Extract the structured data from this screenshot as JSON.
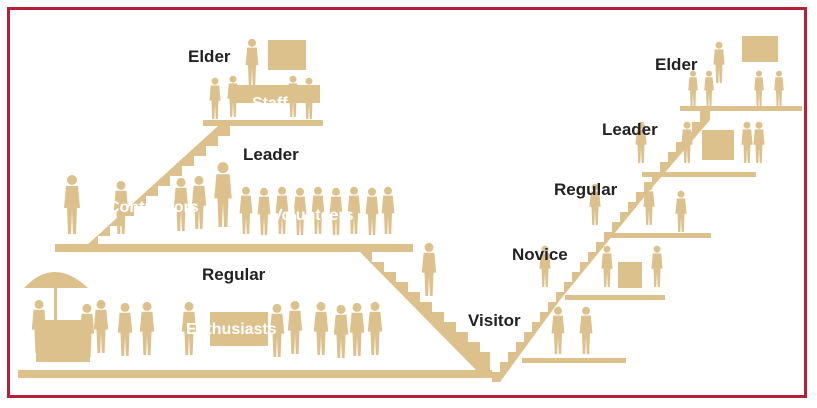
{
  "colors": {
    "border": "#b8203a",
    "figure": "#dcc18d",
    "label_dark": "#222222",
    "label_light": "#ffffff"
  },
  "left_pyramid": {
    "tier_elder": {
      "label": "Elder",
      "group": "Staff"
    },
    "tier_leader": {
      "label": "Leader",
      "groups": [
        "Contractors",
        "Volunteers"
      ]
    },
    "tier_regular": {
      "label": "Regular",
      "group": "Enthusiasts"
    }
  },
  "right_staircase": {
    "steps": [
      "Visitor",
      "Novice",
      "Regular",
      "Leader",
      "Elder"
    ]
  }
}
